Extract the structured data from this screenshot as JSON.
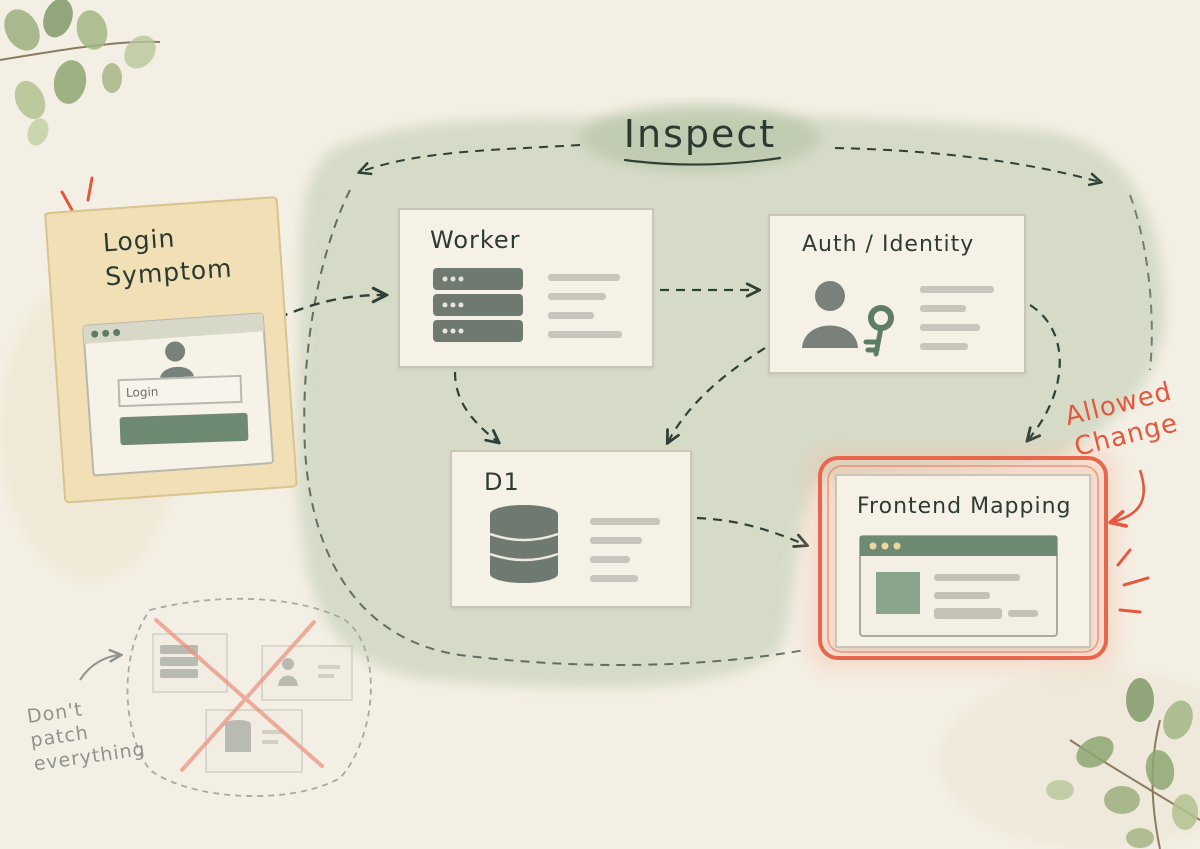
{
  "diagram": {
    "inspect_label": "Inspect",
    "symptom": {
      "title_line1": "Login",
      "title_line2": "Symptom",
      "login_placeholder": "Login"
    },
    "nodes": {
      "worker": "Worker",
      "auth": "Auth / Identity",
      "d1": "D1",
      "frontend": "Frontend Mapping"
    },
    "allowed_change": {
      "line1": "Allowed",
      "line2": "Change"
    },
    "dont_patch": {
      "line1": "Don't",
      "line2": "patch",
      "line3": "everything"
    }
  },
  "colors": {
    "background": "#f4efe4",
    "inspect_region": "#cdd6c0",
    "accent": "#e4593d",
    "ink": "#2b3a30",
    "icon": "#6e7a70",
    "symptom_card": "#f3e2bd"
  },
  "icons": [
    "server-icon",
    "user-icon",
    "key-icon",
    "database-icon",
    "browser-window-icon",
    "leaf-icon"
  ]
}
